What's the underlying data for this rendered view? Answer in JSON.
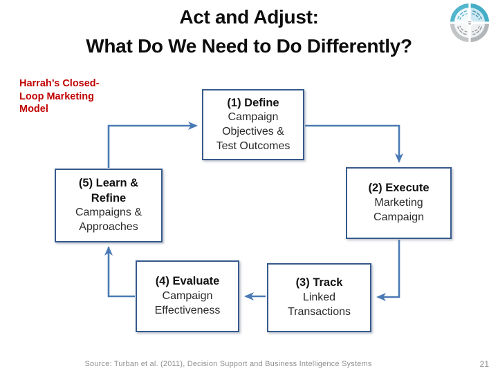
{
  "slide": {
    "title_line1": "Act and Adjust:",
    "title_line2": "What Do We Need to Do Differently?"
  },
  "side_label": "Harrah’s Closed-\nLoop Marketing\nModel",
  "diagram": {
    "boxes": [
      {
        "id": 1,
        "bold": "(1) Define",
        "rest": "Campaign\nObjectives &\nTest Outcomes"
      },
      {
        "id": 2,
        "bold": "(2) Execute",
        "rest": "Marketing\nCampaign"
      },
      {
        "id": 3,
        "bold": "(3) Track",
        "rest": "Linked\nTransactions"
      },
      {
        "id": 4,
        "bold": "(4) Evaluate",
        "rest": "Campaign\nEffectiveness"
      },
      {
        "id": 5,
        "bold": "(5) Learn &\nRefine",
        "rest": "Campaigns &\nApproaches"
      }
    ],
    "flow": [
      "5→1",
      "1→2",
      "2→3",
      "3→4",
      "4→5"
    ],
    "arrow_color": "#4a7ab5",
    "box_border_color": "#36598c"
  },
  "logo": {
    "icon": "circular-quadrant-logo",
    "top_color": "#45aec6",
    "top_fill": "#cde8f2",
    "bottom_color": "#a9adb0",
    "bottom_fill": "#eef0f1"
  },
  "footer": {
    "source": "Source:  Turban et al. (2011), Decision Support and Business Intelligence Systems",
    "page_number": "21"
  },
  "colors": {
    "title_text": "#0d0d0d",
    "side_label_text": "#c00000",
    "footer_text": "#909090"
  }
}
